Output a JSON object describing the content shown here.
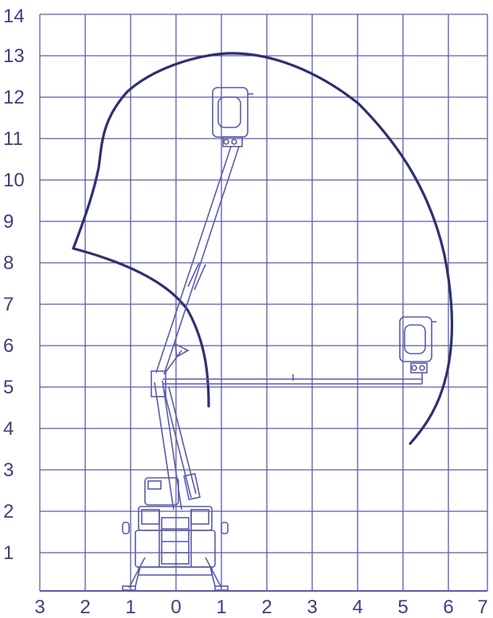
{
  "diagram": {
    "x_ticks": [
      "3",
      "2",
      "1",
      "0",
      "1",
      "2",
      "3",
      "4",
      "5",
      "6",
      "7"
    ],
    "y_ticks": [
      "1",
      "2",
      "3",
      "4",
      "5",
      "6",
      "7",
      "8",
      "9",
      "10",
      "11",
      "12",
      "13",
      "14"
    ],
    "colors": {
      "grid": "#5a5ca8",
      "labels": "#3d3f7a",
      "envelope": "#2e3070"
    },
    "icons": [
      "aerial-lift-truck-icon",
      "articulated-boom-icon",
      "platform-basket-icon"
    ]
  }
}
